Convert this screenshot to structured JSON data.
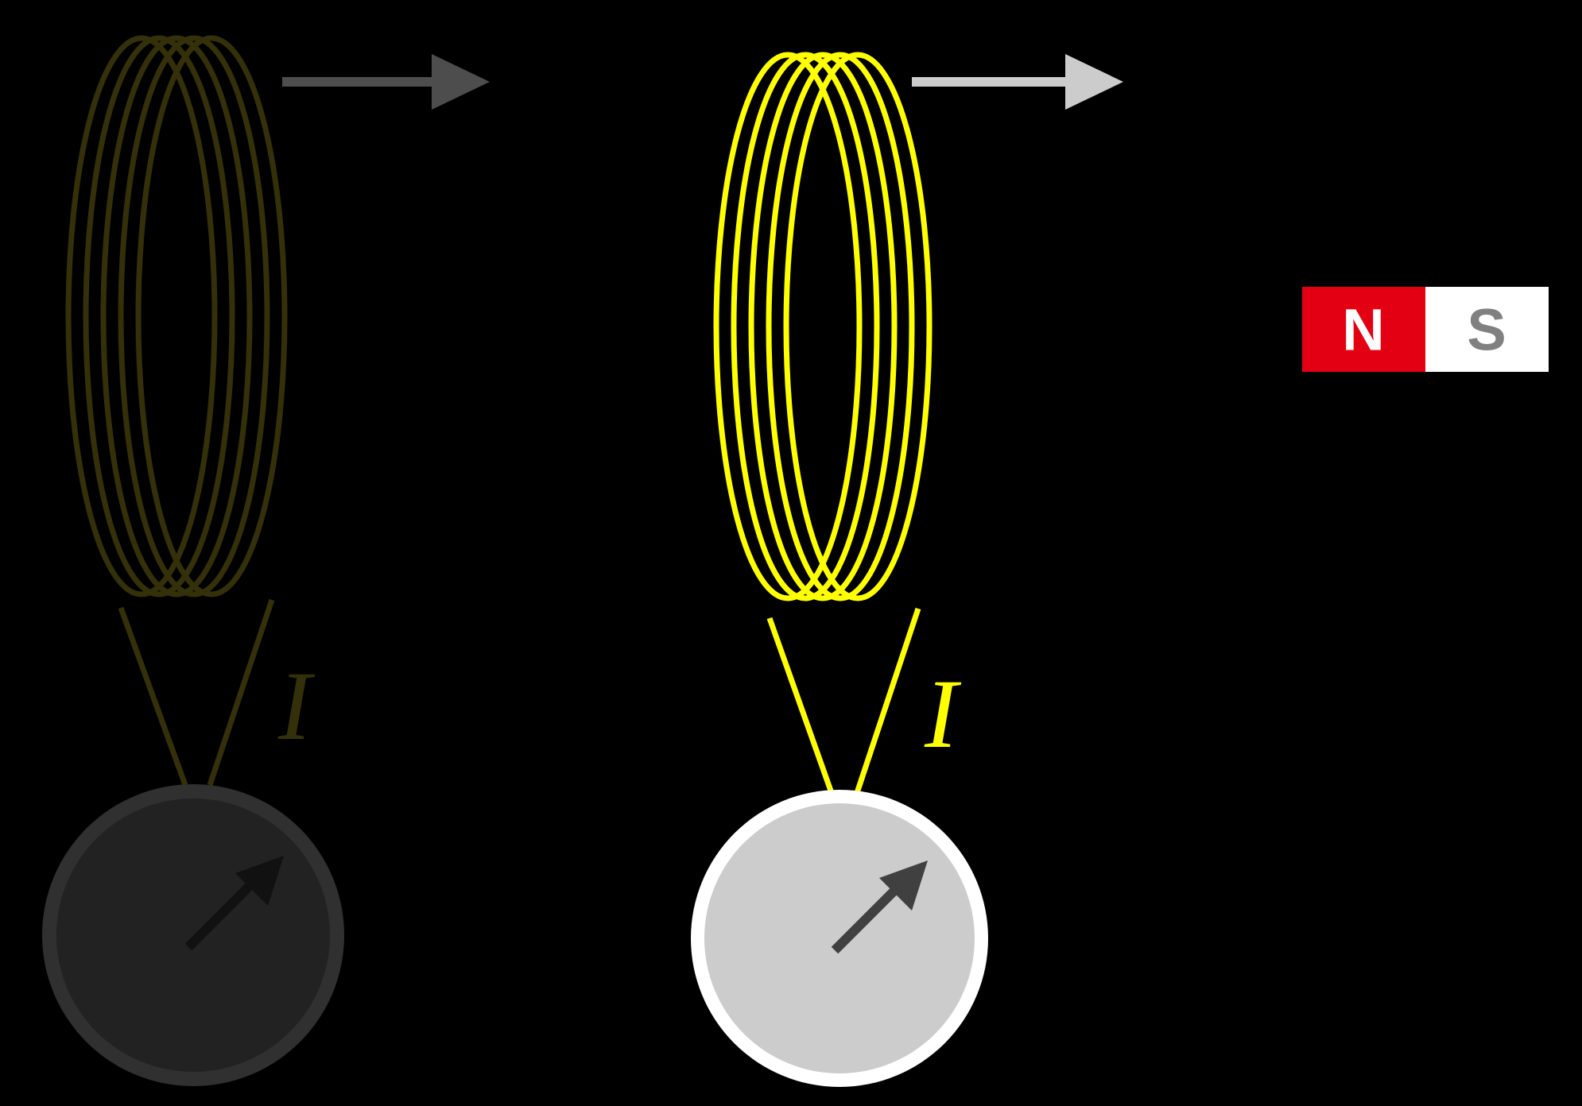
{
  "current_symbol": "I",
  "magnet": {
    "north_label": "N",
    "south_label": "S",
    "north_color": "#e20012",
    "south_color": "#ffffff",
    "south_text_color": "#808080"
  },
  "states": [
    {
      "state": "inactive",
      "coil_turns": 5,
      "coil_color": "#34300a",
      "motion_arrow_color": "#4d4d4d",
      "meter_face_color": "#222222",
      "meter_rim_color": "#303030",
      "needle_color": "#111111"
    },
    {
      "state": "active",
      "coil_turns": 5,
      "coil_color": "#ffff00",
      "motion_arrow_color": "#cccccc",
      "meter_face_color": "#cccccc",
      "meter_rim_color": "#ffffff",
      "needle_color": "#404040"
    }
  ]
}
